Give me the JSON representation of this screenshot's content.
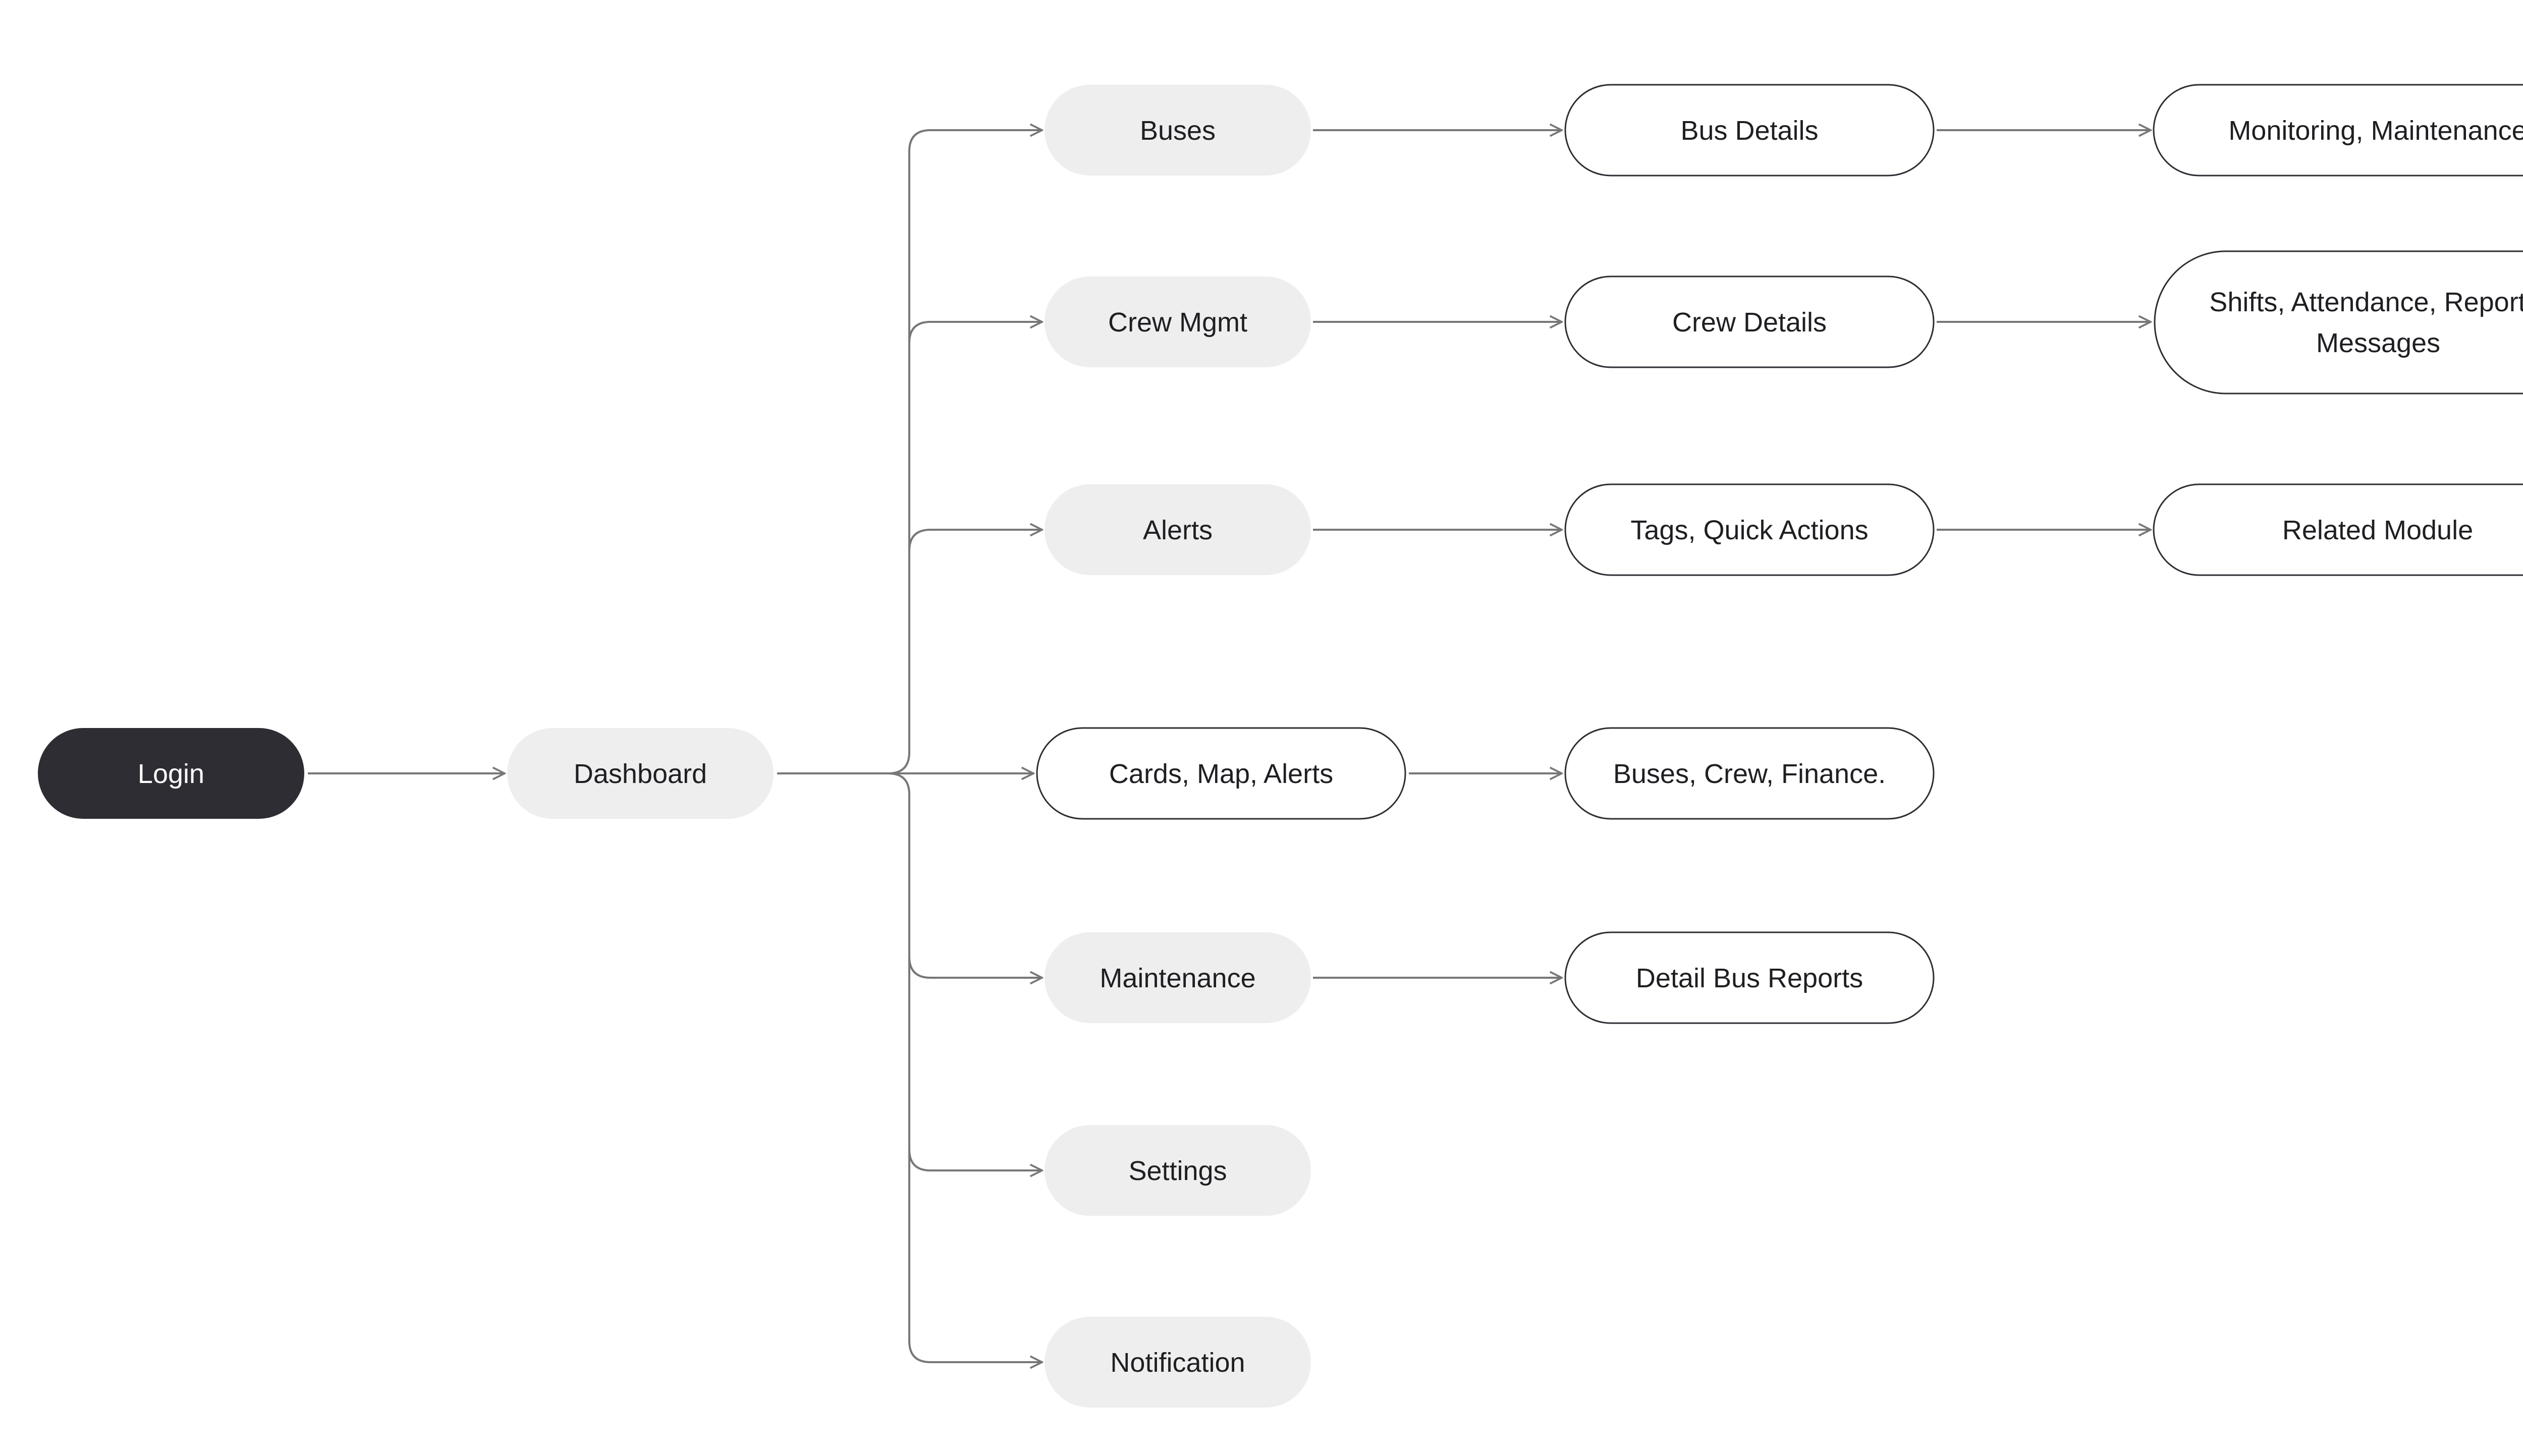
{
  "colors": {
    "dark_fill": "#2e2d33",
    "dark_text": "#ffffff",
    "gray_fill": "#eeeeee",
    "outline_fill": "#ffffff",
    "outline_stroke": "#2e2d33",
    "text": "#1f1f23",
    "connector": "#777777"
  },
  "nodes": {
    "login": "Login",
    "dashboard": "Dashboard",
    "buses": "Buses",
    "crew_mgmt": "Crew Mgmt",
    "alerts": "Alerts",
    "cards_map_alerts": "Cards, Map, Alerts",
    "maintenance": "Maintenance",
    "settings": "Settings",
    "notification": "Notification",
    "bus_details": "Bus Details",
    "crew_details": "Crew Details",
    "tags_quick_actions": "Tags, Quick Actions",
    "buses_crew_finance": "Buses, Crew, Finance.",
    "detail_bus_reports": "Detail Bus Reports",
    "monitoring_maintenance": "Monitoring, Maintenance",
    "shifts_line1": "Shifts, Attendance, Reports,",
    "shifts_line2": "Messages",
    "related_module": "Related Module"
  },
  "edges": [
    [
      "login",
      "dashboard"
    ],
    [
      "dashboard",
      "buses"
    ],
    [
      "dashboard",
      "crew_mgmt"
    ],
    [
      "dashboard",
      "alerts"
    ],
    [
      "dashboard",
      "cards_map_alerts"
    ],
    [
      "dashboard",
      "maintenance"
    ],
    [
      "dashboard",
      "settings"
    ],
    [
      "dashboard",
      "notification"
    ],
    [
      "buses",
      "bus_details"
    ],
    [
      "crew_mgmt",
      "crew_details"
    ],
    [
      "alerts",
      "tags_quick_actions"
    ],
    [
      "cards_map_alerts",
      "buses_crew_finance"
    ],
    [
      "maintenance",
      "detail_bus_reports"
    ],
    [
      "bus_details",
      "monitoring_maintenance"
    ],
    [
      "crew_details",
      "shifts_attendance"
    ],
    [
      "tags_quick_actions",
      "related_module"
    ]
  ]
}
